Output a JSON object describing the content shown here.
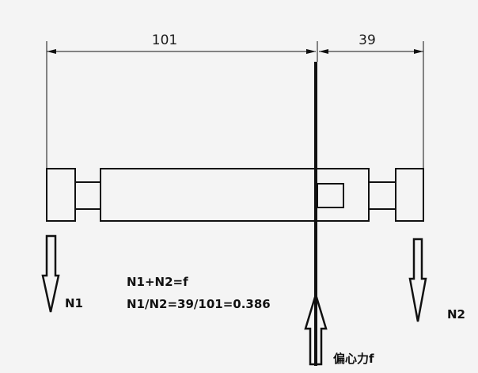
{
  "dimensions": {
    "left_value": "101",
    "right_value": "39"
  },
  "labels": {
    "n1": "N1",
    "n2": "N2",
    "force": "偏心力f"
  },
  "equations": {
    "sum": "N1+N2=f",
    "ratio": "N1/N2=39/101=0.386"
  },
  "colors": {
    "background": "#f4f4f4",
    "ink": "#111111"
  }
}
